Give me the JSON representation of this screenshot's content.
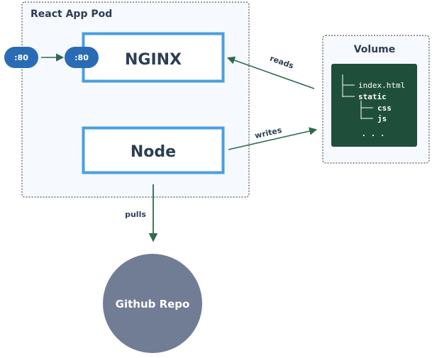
{
  "pod": {
    "title": "React App Pod"
  },
  "ports": {
    "outer": ":80",
    "inner": ":80"
  },
  "nginx": {
    "label": "NGINX"
  },
  "node": {
    "label": "Node"
  },
  "volume": {
    "title": "Volume",
    "tree": {
      "index": "index.html",
      "static": "static",
      "css": "css",
      "js": "js",
      "more": ". . ."
    }
  },
  "edges": {
    "reads": "reads",
    "writes": "writes",
    "pulls": "pulls"
  },
  "repo": {
    "label": "Github Repo"
  },
  "colors": {
    "box_border": "#4a9ee0",
    "port_fill": "#2a6bb5",
    "arrow": "#2e6a4e",
    "volume_fill": "#1f4f3a",
    "repo_fill": "#717d95",
    "text": "#2c3e56"
  }
}
